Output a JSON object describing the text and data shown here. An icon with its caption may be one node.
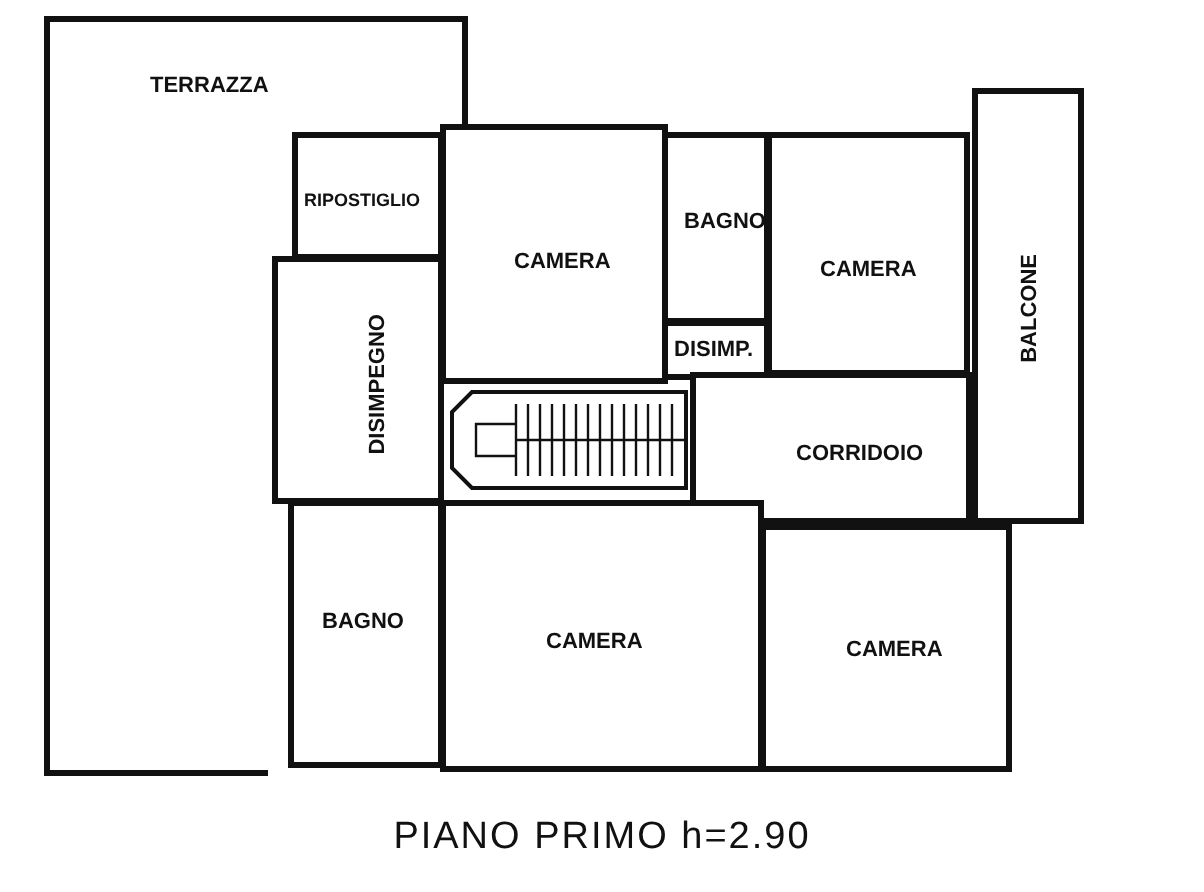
{
  "diagram": {
    "title": "PIANO PRIMO h=2.90",
    "nodes": [
      {
        "text": [
          "TERRAZZA"
        ]
      },
      {
        "text": [
          "RIPOSTIGLIO"
        ]
      },
      {
        "text": [
          "CAMERA"
        ]
      },
      {
        "text": [
          "BAGNO"
        ]
      },
      {
        "text": [
          "CAMERA"
        ]
      },
      {
        "text": [
          "DISIMP."
        ]
      },
      {
        "text": [
          "BALCONE"
        ]
      },
      {
        "text": [
          "DISIMPEGNO"
        ]
      },
      {
        "text": [
          "CORRIDOIO"
        ]
      },
      {
        "text": [
          "BAGNO"
        ]
      },
      {
        "text": [
          "CAMERA"
        ]
      },
      {
        "text": [
          "CAMERA"
        ]
      }
    ]
  }
}
